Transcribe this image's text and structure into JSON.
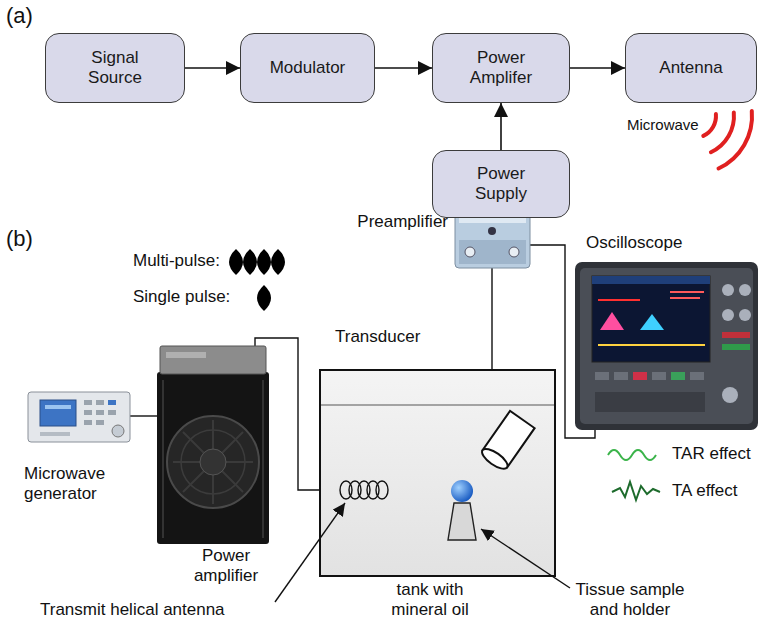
{
  "diagram": {
    "nodes": [
      {
        "text": [
          "Signal Source"
        ]
      },
      {
        "text": [
          "Modulator"
        ]
      },
      {
        "text": [
          "Power Amplifer"
        ]
      },
      {
        "text": [
          "Antenna"
        ]
      },
      {
        "text": [
          "Power Supply"
        ]
      }
    ],
    "edges": [
      {
        "from": 0,
        "to": 1,
        "arrow": "to"
      },
      {
        "from": 1,
        "to": 2,
        "arrow": "to"
      },
      {
        "from": 2,
        "to": 3,
        "arrow": "to"
      },
      {
        "from": 4,
        "to": 2,
        "arrow": "to"
      }
    ],
    "labels": [
      "(a)",
      "Microwave",
      "(b)",
      "Multi-pulse:",
      "Single pulse:",
      "Preamplifier",
      "Oscilloscope",
      "Transducer",
      "Microwave generator",
      "Power amplifier",
      "Transmit helical antenna",
      "tank with mineral oil",
      "Tissue sample and holder",
      "TAR effect",
      "TA effect"
    ]
  }
}
